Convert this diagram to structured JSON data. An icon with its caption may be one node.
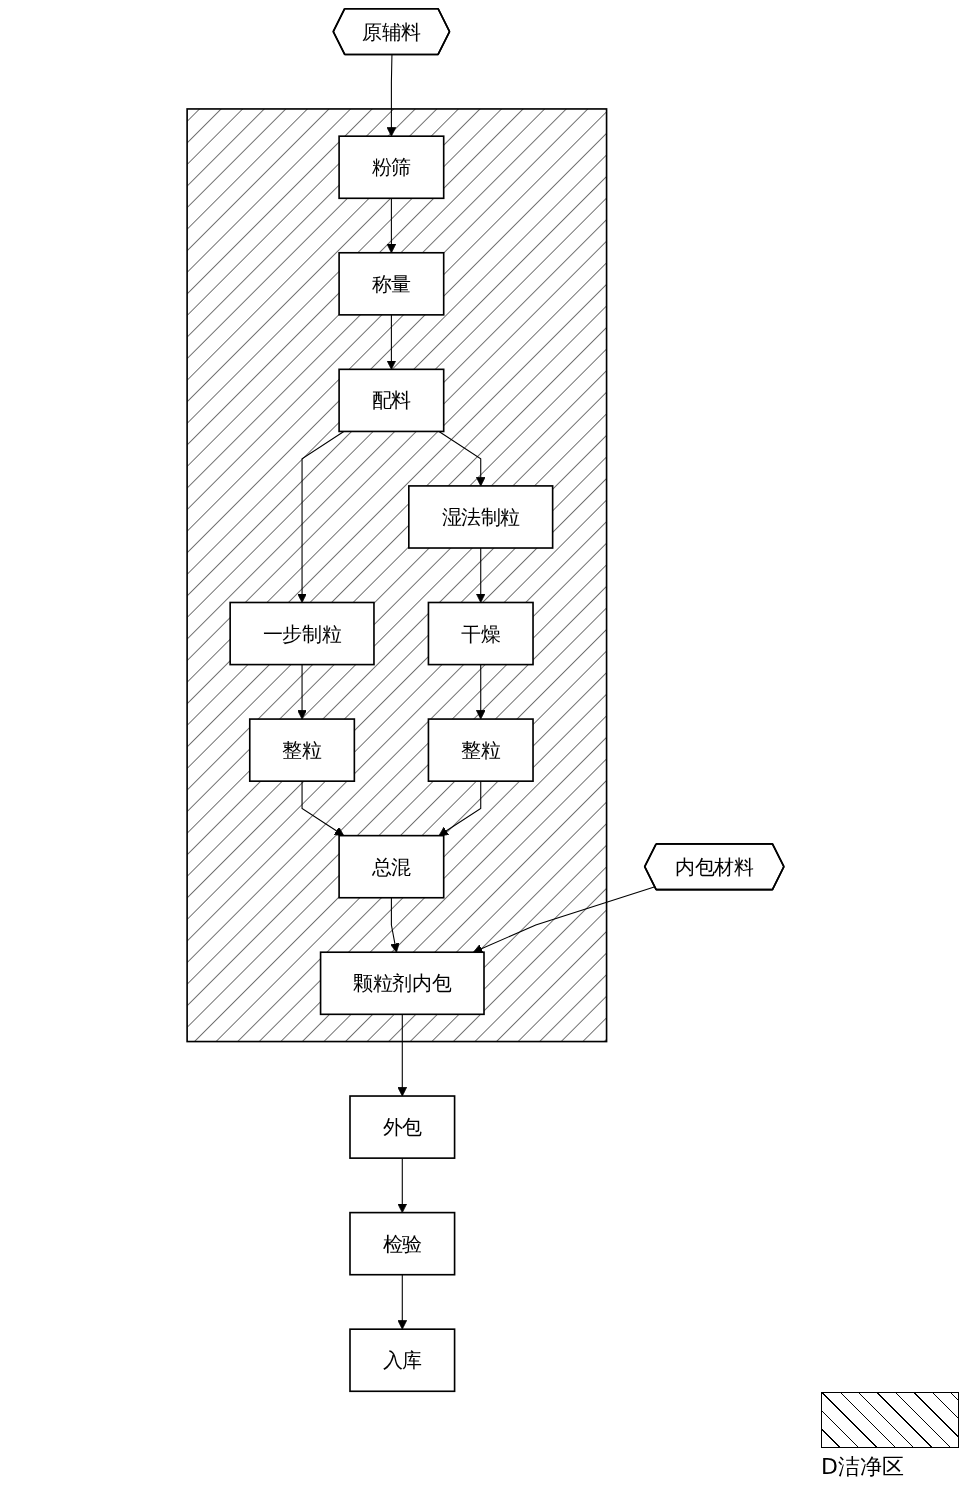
{
  "diagram": {
    "nodes": [
      {
        "text": [
          "原辅料"
        ]
      },
      {
        "text": [],
        "shape": "box"
      },
      {
        "text": [
          "粉筛"
        ],
        "in": 1
      },
      {
        "text": [
          "称量"
        ],
        "in": 1
      },
      {
        "text": [
          "配料"
        ],
        "in": 1
      },
      {
        "text": [
          "一步制粒"
        ],
        "in": 1
      },
      {
        "text": [
          "湿法制粒"
        ],
        "in": 1
      },
      {
        "text": [
          "整粒"
        ],
        "in": 1
      },
      {
        "text": [
          "干燥"
        ],
        "in": 1
      },
      {
        "text": [
          "整粒"
        ],
        "in": 1
      },
      {
        "text": [
          "总混"
        ],
        "in": 1
      },
      {
        "text": [
          "颗粒剂内包"
        ],
        "in": 1
      },
      {
        "text": [
          "内包材料"
        ]
      },
      {
        "text": [
          "外包"
        ]
      },
      {
        "text": [
          "检验"
        ]
      },
      {
        "text": [
          "入库"
        ]
      }
    ],
    "edges": [
      {
        "from": 0,
        "to": 2,
        "arrow": "to"
      },
      {
        "from": 2,
        "to": 3,
        "arrow": "to"
      },
      {
        "from": 3,
        "to": 4,
        "arrow": "to"
      },
      {
        "from": 4,
        "to": 5,
        "arrow": "to"
      },
      {
        "from": 4,
        "to": 6,
        "arrow": "to"
      },
      {
        "from": 5,
        "to": 7,
        "arrow": "to"
      },
      {
        "from": 6,
        "to": 8,
        "arrow": "to"
      },
      {
        "from": 8,
        "to": 9,
        "arrow": "to"
      },
      {
        "from": 7,
        "to": 10,
        "arrow": "to"
      },
      {
        "from": 9,
        "to": 10,
        "arrow": "to"
      },
      {
        "from": 10,
        "to": 11,
        "arrow": "to"
      },
      {
        "from": 12,
        "to": 11,
        "arrow": "to"
      },
      {
        "from": 11,
        "to": 13,
        "arrow": "to"
      },
      {
        "from": 13,
        "to": 14,
        "arrow": "to"
      },
      {
        "from": 14,
        "to": 15,
        "arrow": "to"
      }
    ],
    "legend": [
      {
        "text": "D洁净区"
      }
    ]
  }
}
